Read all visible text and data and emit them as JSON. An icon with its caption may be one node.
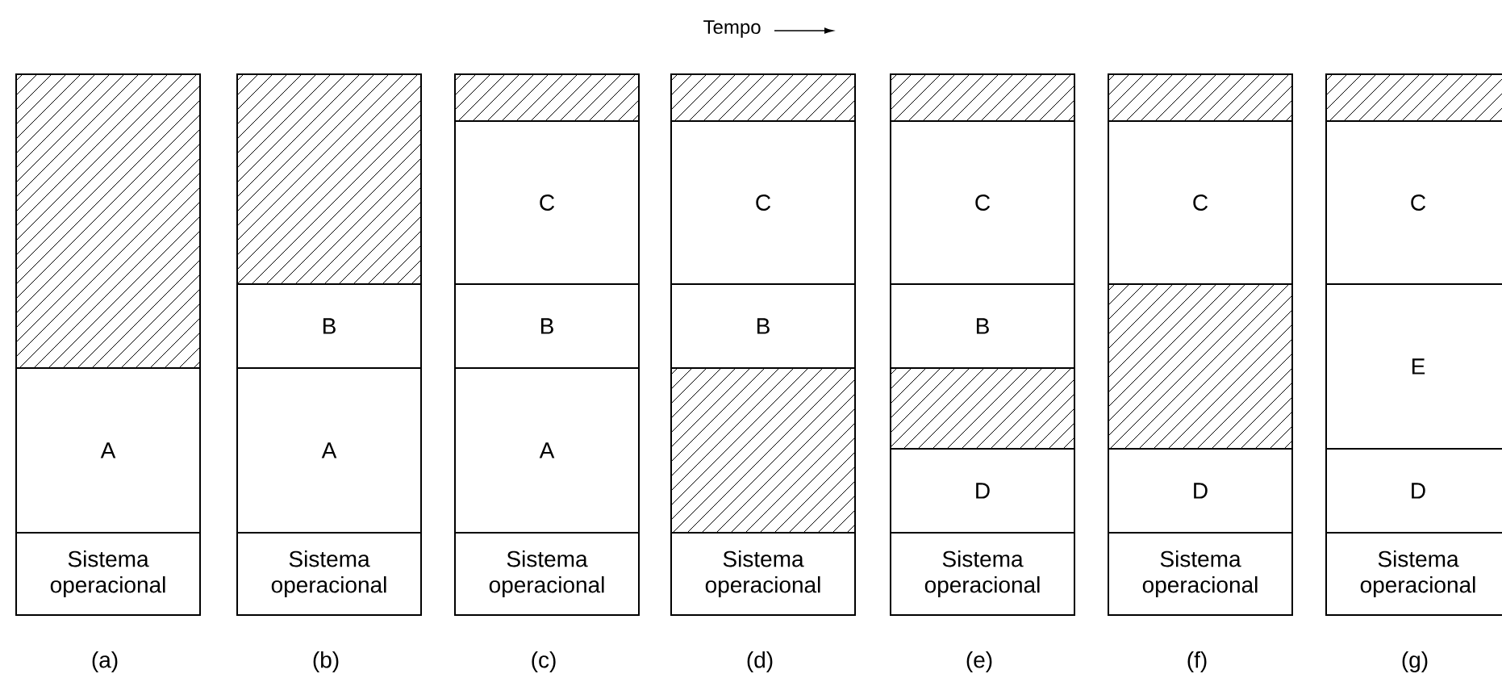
{
  "diagram": {
    "nodes": [
      {
        "text": [],
        "shape": "box"
      },
      {
        "text": [
          "A"
        ]
      },
      {
        "text": [
          "Sistema operacional"
        ]
      },
      {
        "text": [],
        "shape": "box"
      },
      {
        "text": [
          "B"
        ]
      },
      {
        "text": [
          "A"
        ]
      },
      {
        "text": [
          "Sistema operacional"
        ]
      },
      {
        "text": [],
        "shape": "box"
      },
      {
        "text": [
          "C"
        ]
      },
      {
        "text": [
          "B"
        ]
      },
      {
        "text": [
          "A"
        ]
      },
      {
        "text": [
          "Sistema operacional"
        ]
      },
      {
        "text": [],
        "shape": "box"
      },
      {
        "text": [
          "C"
        ]
      },
      {
        "text": [
          "B"
        ]
      },
      {
        "text": [],
        "shape": "box"
      },
      {
        "text": [
          "Sistema operacional"
        ]
      },
      {
        "text": [],
        "shape": "box"
      },
      {
        "text": [
          "C"
        ]
      },
      {
        "text": [
          "B"
        ]
      },
      {
        "text": [],
        "shape": "box"
      },
      {
        "text": [
          "D"
        ]
      },
      {
        "text": [
          "Sistema operacional"
        ]
      },
      {
        "text": [],
        "shape": "box"
      },
      {
        "text": [
          "C"
        ]
      },
      {
        "text": [],
        "shape": "box"
      },
      {
        "text": [
          "D"
        ]
      },
      {
        "text": [
          "Sistema operacional"
        ]
      },
      {
        "text": [],
        "shape": "box"
      },
      {
        "text": [
          "C"
        ]
      },
      {
        "text": [
          "E"
        ]
      },
      {
        "text": [
          "D"
        ]
      },
      {
        "text": [
          "Sistema operacional"
        ]
      }
    ],
    "labels": [
      "Tempo",
      "(a)",
      "(b)",
      "(c)",
      "(d)",
      "(e)",
      "(f)",
      "(g)"
    ]
  }
}
